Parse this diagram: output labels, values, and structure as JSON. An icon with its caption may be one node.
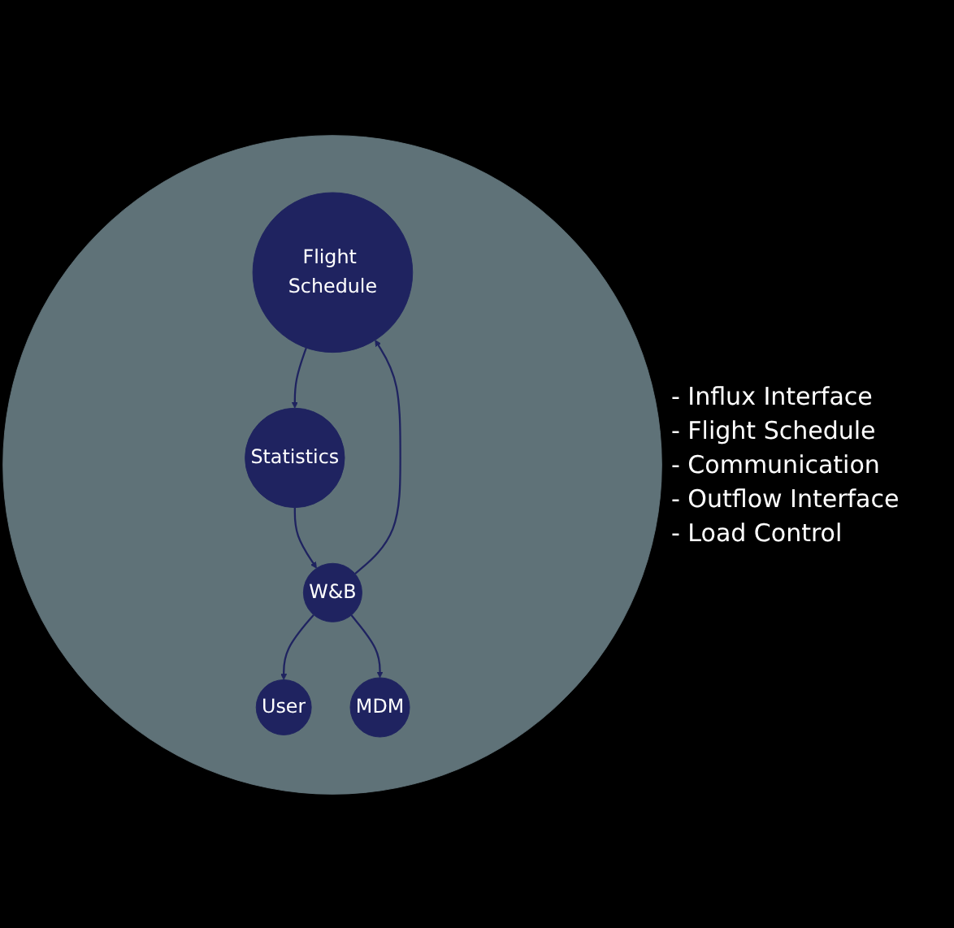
{
  "diagram": {
    "nodes": [
      {
        "text": [],
        "shape": "circle"
      },
      {
        "text": [
          "Flight Schedule"
        ],
        "in": 0
      },
      {
        "text": [
          "User"
        ],
        "in": 0
      },
      {
        "text": [
          "W&B"
        ],
        "in": 0
      },
      {
        "text": [
          "Statistics"
        ],
        "in": 0
      },
      {
        "text": [
          "MDM"
        ],
        "in": 0
      }
    ],
    "edges": [
      {
        "from": 3,
        "to": 1,
        "arrow": "to"
      },
      {
        "from": 3,
        "to": 2,
        "arrow": "to"
      },
      {
        "from": 1,
        "to": 4,
        "arrow": "to"
      },
      {
        "from": 4,
        "to": 3,
        "arrow": "to"
      },
      {
        "from": 3,
        "to": 5,
        "arrow": "to"
      }
    ],
    "labels": [
      "- Influx Interface",
      "- Flight Schedule",
      "- Communication",
      "- Outflow Interface",
      "- Load Control"
    ]
  }
}
